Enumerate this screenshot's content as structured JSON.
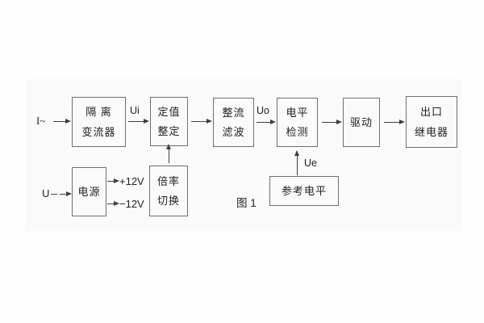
{
  "figure": {
    "caption": "图 1"
  },
  "blocks": {
    "isolation": {
      "line1": "隔 离",
      "line2": "变流器"
    },
    "setting": {
      "line1": "定值",
      "line2": "整定"
    },
    "rectifier": {
      "line1": "整流",
      "line2": "滤波"
    },
    "level_detect": {
      "line1": "电平",
      "line2": "检测"
    },
    "drive": {
      "line1": "驱动"
    },
    "output_relay": {
      "line1": "出口",
      "line2": "继电器"
    },
    "power": {
      "line1": "电源"
    },
    "ratio_switch": {
      "line1": "倍率",
      "line2": "切换"
    },
    "reference_level": {
      "line1": "参考电平"
    }
  },
  "labels": {
    "input_current": "I~",
    "signal_ui": "Ui",
    "signal_uo": "Uo",
    "signal_ue": "Ue",
    "input_voltage": "U",
    "rail_positive": "+12V",
    "rail_negative": "−12V"
  },
  "colors": {
    "line": "#3f3f3f",
    "box_border": "#6e6e6e",
    "text": "#1f1f1f",
    "photo_background": "#fafafa",
    "page_background": "#fefefe"
  }
}
